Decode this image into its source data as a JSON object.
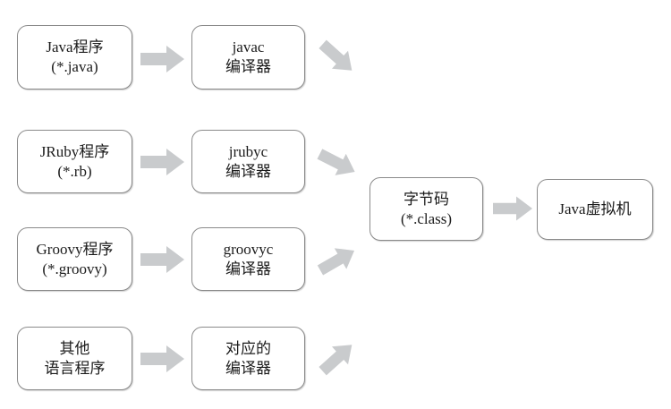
{
  "diagram": {
    "title": "Java virtual machine compilation flow",
    "colors": {
      "box_border": "#8a8a8a",
      "box_fill": "#ffffff",
      "arrow_fill": "#c9cbcd",
      "text": "#1b1b1b",
      "background": "#ffffff"
    },
    "nodes": [
      {
        "id": "src-java",
        "line1": "Java程序",
        "line2": "(*.java)"
      },
      {
        "id": "src-jruby",
        "line1": "JRuby程序",
        "line2": "(*.rb)"
      },
      {
        "id": "src-groovy",
        "line1": "Groovy程序",
        "line2": "(*.groovy)"
      },
      {
        "id": "src-other",
        "line1": "其他",
        "line2": "语言程序"
      },
      {
        "id": "cmp-javac",
        "line1": "javac",
        "line2": "编译器"
      },
      {
        "id": "cmp-jrubyc",
        "line1": "jrubyc",
        "line2": "编译器"
      },
      {
        "id": "cmp-groovyc",
        "line1": "groovyc",
        "line2": "编译器"
      },
      {
        "id": "cmp-other",
        "line1": "对应的",
        "line2": "编译器"
      },
      {
        "id": "bytecode",
        "line1": "字节码",
        "line2": "(*.class)"
      },
      {
        "id": "jvm",
        "line1": "Java虚拟机",
        "line2": ""
      }
    ],
    "arrows": [
      {
        "id": "arrow-java-to-javac",
        "kind": "right"
      },
      {
        "id": "arrow-jruby-to-jrubyc",
        "kind": "right"
      },
      {
        "id": "arrow-groovy-to-groovyc",
        "kind": "right"
      },
      {
        "id": "arrow-other-to-othercmp",
        "kind": "right"
      },
      {
        "id": "arrow-javac-to-bytecode",
        "kind": "down-right"
      },
      {
        "id": "arrow-jrubyc-to-bytecode",
        "kind": "down-right-shallow"
      },
      {
        "id": "arrow-groovyc-to-bytecode",
        "kind": "up-right-shallow"
      },
      {
        "id": "arrow-othercmp-to-bytecode",
        "kind": "up-right"
      },
      {
        "id": "arrow-bytecode-to-jvm",
        "kind": "right"
      }
    ]
  }
}
